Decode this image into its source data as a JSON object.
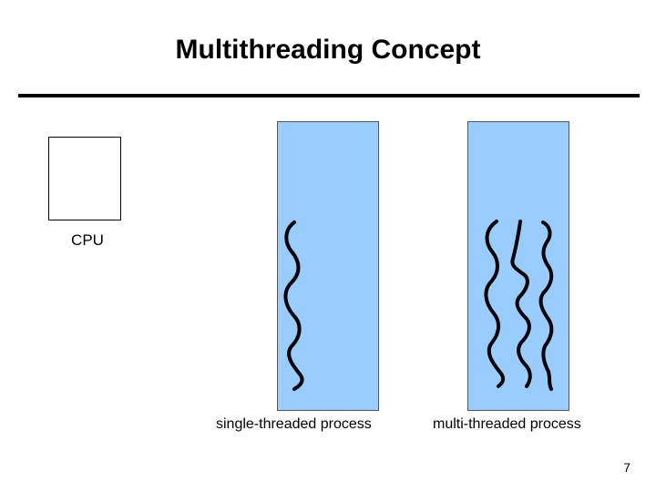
{
  "slide": {
    "title": "Multithreading Concept",
    "cpu_label": "CPU",
    "single_label": "single-threaded process",
    "multi_label": "multi-threaded process",
    "page_number": "7"
  },
  "colors": {
    "process_fill": "#99ccff",
    "thread_stroke": "#000000"
  },
  "diagram": {
    "single_process_thread_count": 1,
    "multi_process_thread_count": 3
  }
}
